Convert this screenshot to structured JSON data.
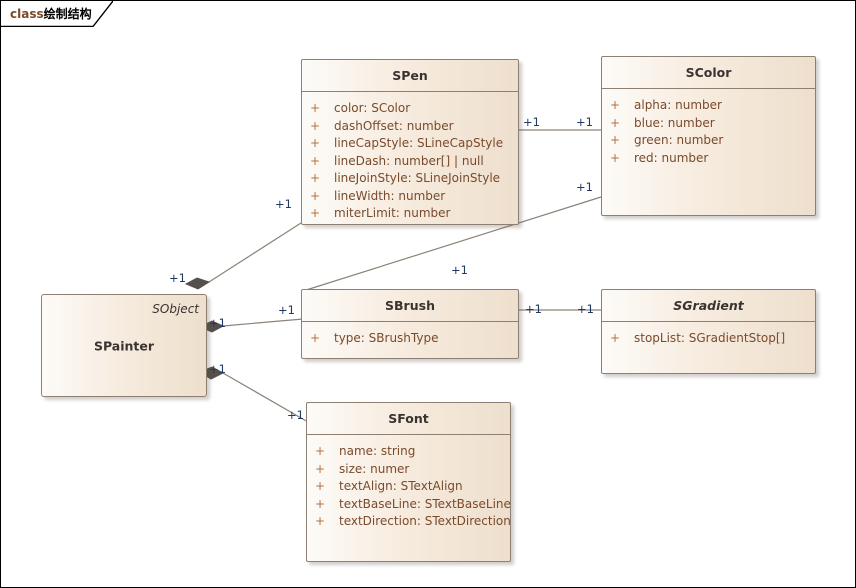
{
  "frame": {
    "keyword": "class",
    "name": "绘制结构"
  },
  "colors": {
    "box_fill_light": "#fdfbf8",
    "box_fill_dark": "#eedfcd",
    "box_border": "#8d8073",
    "attribute_text": "#7a4a2c",
    "title_text": "#3a3330",
    "multiplicity_text": "#1f3864",
    "connector": "#8c8278",
    "diamond_fill": "#55504c",
    "keyword_text": "#7c4a2a"
  },
  "classes": [
    {
      "id": "spen",
      "name": "SPen",
      "abstract": false,
      "attributes": [
        {
          "visibility": "+",
          "text": "color: SColor"
        },
        {
          "visibility": "+",
          "text": "dashOffset: number"
        },
        {
          "visibility": "+",
          "text": "lineCapStyle: SLineCapStyle"
        },
        {
          "visibility": "+",
          "text": "lineDash: number[] | null"
        },
        {
          "visibility": "+",
          "text": "lineJoinStyle: SLineJoinStyle"
        },
        {
          "visibility": "+",
          "text": "lineWidth: number"
        },
        {
          "visibility": "+",
          "text": "miterLimit: number"
        }
      ]
    },
    {
      "id": "scolor",
      "name": "SColor",
      "abstract": false,
      "attributes": [
        {
          "visibility": "+",
          "text": "alpha: number"
        },
        {
          "visibility": "+",
          "text": "blue: number"
        },
        {
          "visibility": "+",
          "text": "green: number"
        },
        {
          "visibility": "+",
          "text": "red: number"
        }
      ]
    },
    {
      "id": "sbrush",
      "name": "SBrush",
      "abstract": false,
      "attributes": [
        {
          "visibility": "+",
          "text": "type: SBrushType"
        }
      ]
    },
    {
      "id": "sgradient",
      "name": "SGradient",
      "abstract": true,
      "attributes": [
        {
          "visibility": "+",
          "text": "stopList: SGradientStop[]"
        }
      ]
    },
    {
      "id": "sfont",
      "name": "SFont",
      "abstract": false,
      "attributes": [
        {
          "visibility": "+",
          "text": "name: string"
        },
        {
          "visibility": "+",
          "text": "size: numer"
        },
        {
          "visibility": "+",
          "text": "textAlign: STextAlign"
        },
        {
          "visibility": "+",
          "text": "textBaseLine: STextBaseLine"
        },
        {
          "visibility": "+",
          "text": "textDirection: STextDirection"
        }
      ]
    }
  ],
  "painter": {
    "name": "SPainter",
    "stereotype": "SObject"
  },
  "multiplicities": [
    {
      "id": "m-painter-pen",
      "label": "+1"
    },
    {
      "id": "m-pen-painter",
      "label": "+1"
    },
    {
      "id": "m-pen-color",
      "label": "+1"
    },
    {
      "id": "m-color-pen",
      "label": "+1"
    },
    {
      "id": "m-color-brush",
      "label": "+1"
    },
    {
      "id": "m-brush-color",
      "label": "+1"
    },
    {
      "id": "m-painter-brush",
      "label": "+1"
    },
    {
      "id": "m-brush-painter",
      "label": "+1"
    },
    {
      "id": "m-brush-gradient",
      "label": "+1"
    },
    {
      "id": "m-gradient-brush",
      "label": "+1"
    },
    {
      "id": "m-painter-font",
      "label": "+1"
    },
    {
      "id": "m-font-painter",
      "label": "+1"
    }
  ]
}
